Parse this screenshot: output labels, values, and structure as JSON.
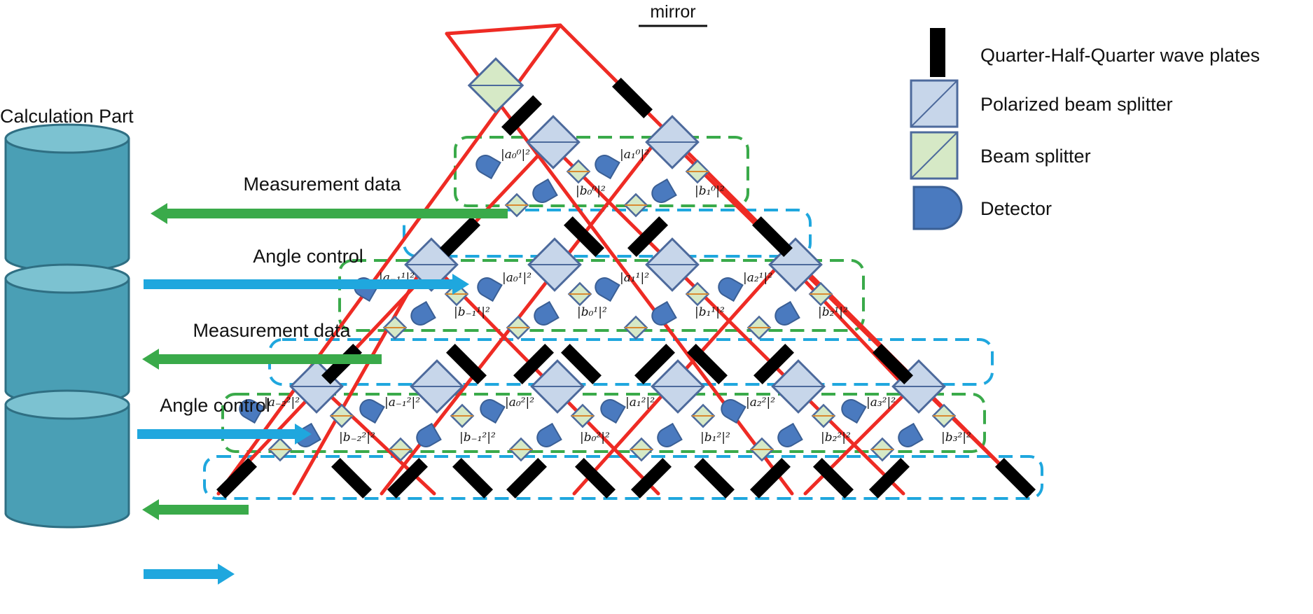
{
  "title": "",
  "top_label": "mirror",
  "calc_label": "Calculation Part",
  "arrows": [
    {
      "label": "Measurement data",
      "dir": "left",
      "color": "#3aaa4a"
    },
    {
      "label": "Angle control",
      "dir": "right",
      "color": "#1fa7de"
    },
    {
      "label": "Measurement data",
      "dir": "left",
      "color": "#3aaa4a"
    },
    {
      "label": "Angle control",
      "dir": "right",
      "color": "#1fa7de"
    },
    {
      "label": "",
      "dir": "left",
      "color": "#3aaa4a"
    },
    {
      "label": "",
      "dir": "right",
      "color": "#1fa7de"
    }
  ],
  "legend": [
    {
      "icon": "wave-plate-icon",
      "label": "Quarter-Half-Quarter wave plates"
    },
    {
      "icon": "polarized-beam-splitter-icon",
      "label": "Polarized beam splitter"
    },
    {
      "icon": "beam-splitter-icon",
      "label": "Beam splitter"
    },
    {
      "icon": "detector-icon",
      "label": "Detector"
    }
  ],
  "layers": [
    {
      "top": [
        "|a₀⁰|²",
        "|a₁⁰|²"
      ],
      "bottom": [
        "|b₀⁰|²",
        "|b₁⁰|²"
      ]
    },
    {
      "top": [
        "|a₋₁¹|²",
        "|a₀¹|²",
        "|a₁¹|²",
        "|a₂¹|²"
      ],
      "bottom": [
        "|b₋₁¹|²",
        "|b₀¹|²",
        "|b₁¹|²",
        "|b₂¹|²"
      ]
    },
    {
      "top": [
        "|a₋₂²|²",
        "|a₋₁²|²",
        "|a₀²|²",
        "|a₁²|²",
        "|a₂²|²",
        "|a₃²|²"
      ],
      "bottom": [
        "|b₋₂²|²",
        "|b₋₁²|²",
        "|b₀²|²",
        "|b₁²|²",
        "|b₂²|²",
        "|b₃²|²"
      ]
    }
  ],
  "colors": {
    "beam": "#ee2b24",
    "green": "#3aaa4a",
    "blue": "#1fa7de",
    "cylinder": "#4a9fb5",
    "cylinder_top": "#7cc2d1",
    "pbs": "#c7d6ea",
    "bs": "#d6e9c6",
    "detector": "#4a7abf"
  }
}
